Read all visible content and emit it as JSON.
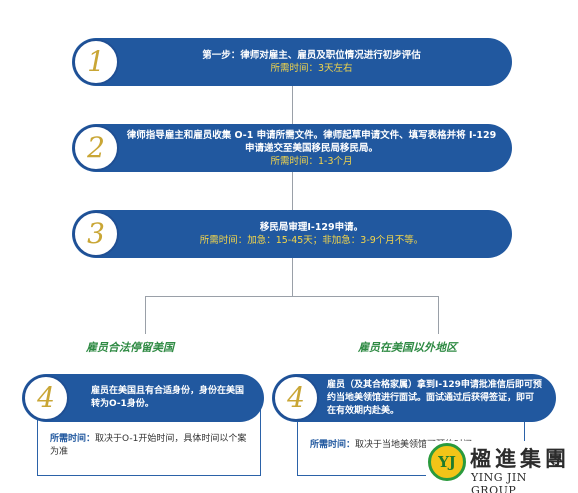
{
  "steps": [
    {
      "number": "1",
      "text": "第一步：律师对雇主、雇员及职位情况进行初步评估",
      "time": "所需时间：3天左右"
    },
    {
      "number": "2",
      "text": "律师指导雇主和雇员收集 O-1 申请所需文件。律师起草申请文件、填写表格并将 I-129 申请递交至美国移民局移民局。",
      "time": "所需时间：1-3个月"
    },
    {
      "number": "3",
      "text": "移民局审理I-129申请。",
      "time": "所需时间：加急：15-45天；非加急：3-9个月不等。"
    }
  ],
  "branches": [
    {
      "title": "雇员合法停留美国",
      "number": "4",
      "text": "雇员在美国且有合适身份，身份在美国转为O-1身份。",
      "note_label": "所需时间：",
      "note_text": "取决于O-1开始时间，具体时间以个案为准"
    },
    {
      "title": "雇员在美国以外地区",
      "number": "4",
      "text": "雇员（及其合格家属）拿到I-129申请批准信后即可预约当地美领馆进行面试。面试通过后获得签证，即可在有效期内赴美。",
      "note_label": "所需时间：",
      "note_text": "取决于当地美领馆可预约时间"
    }
  ],
  "logo": {
    "emblem": "YJ",
    "chinese": "楹進集團",
    "english": "YING JIN GROUP"
  },
  "colors": {
    "step_fill": "#21589f",
    "number_gold": "#c9a635",
    "time_yellow": "#f4d64a",
    "branch_green": "#2e8a43"
  }
}
